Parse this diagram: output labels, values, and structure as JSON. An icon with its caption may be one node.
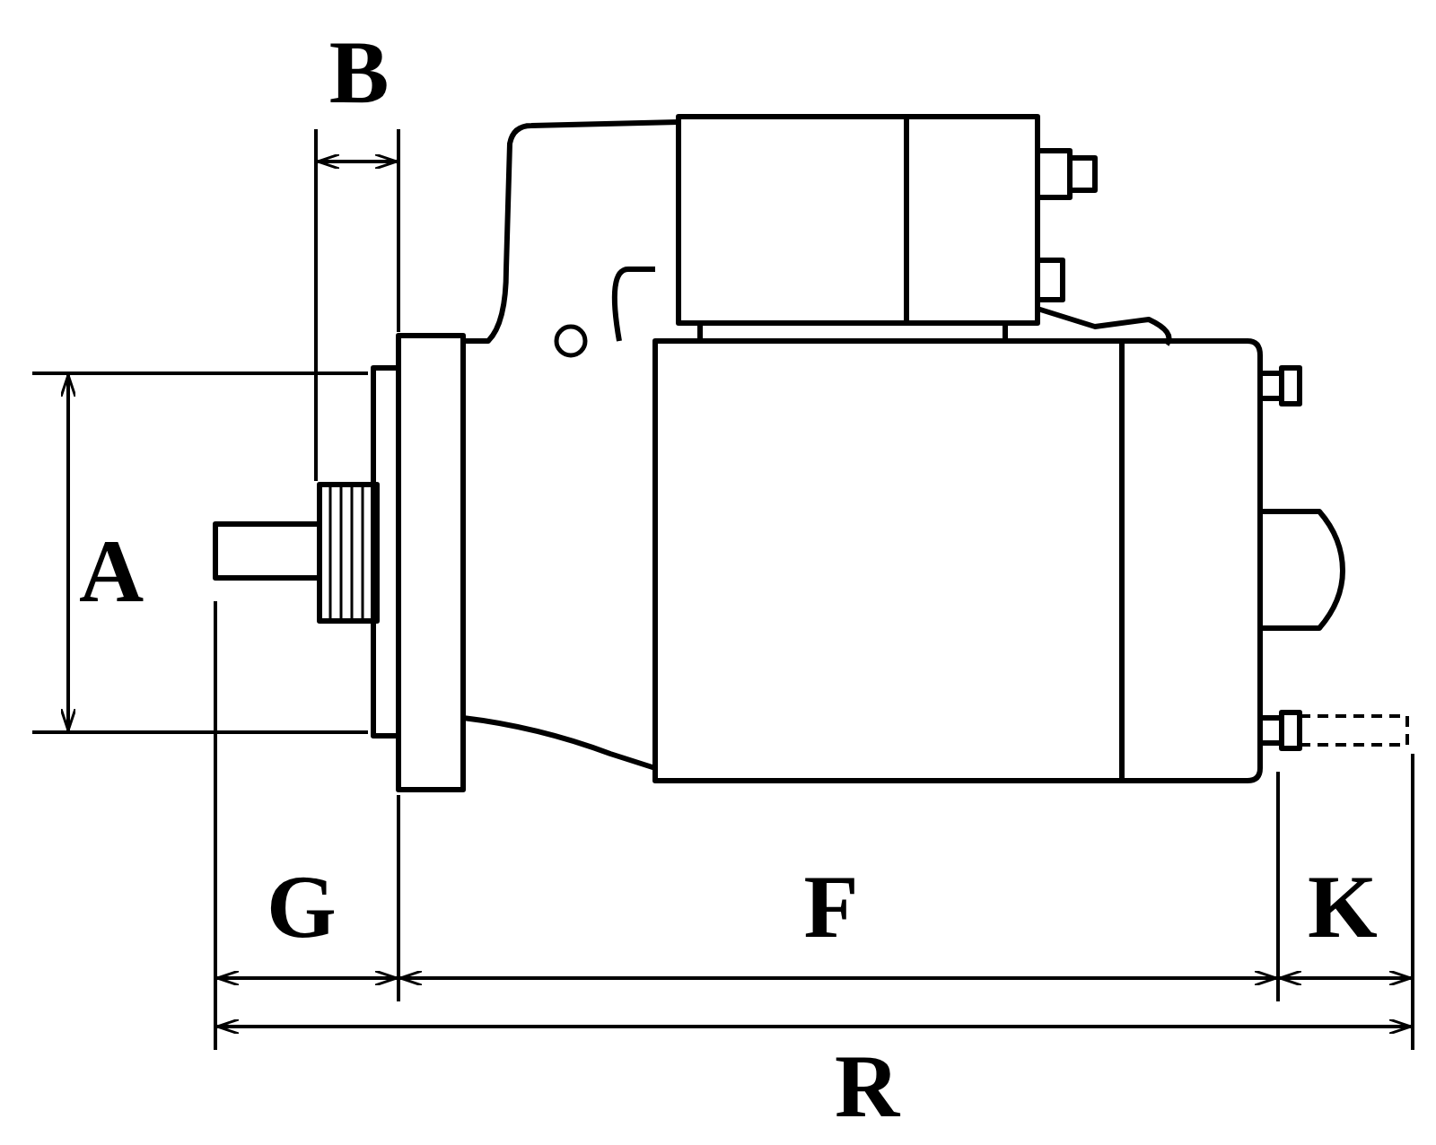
{
  "diagram": {
    "labels": [
      "B",
      "A",
      "G",
      "F",
      "K",
      "R"
    ]
  }
}
